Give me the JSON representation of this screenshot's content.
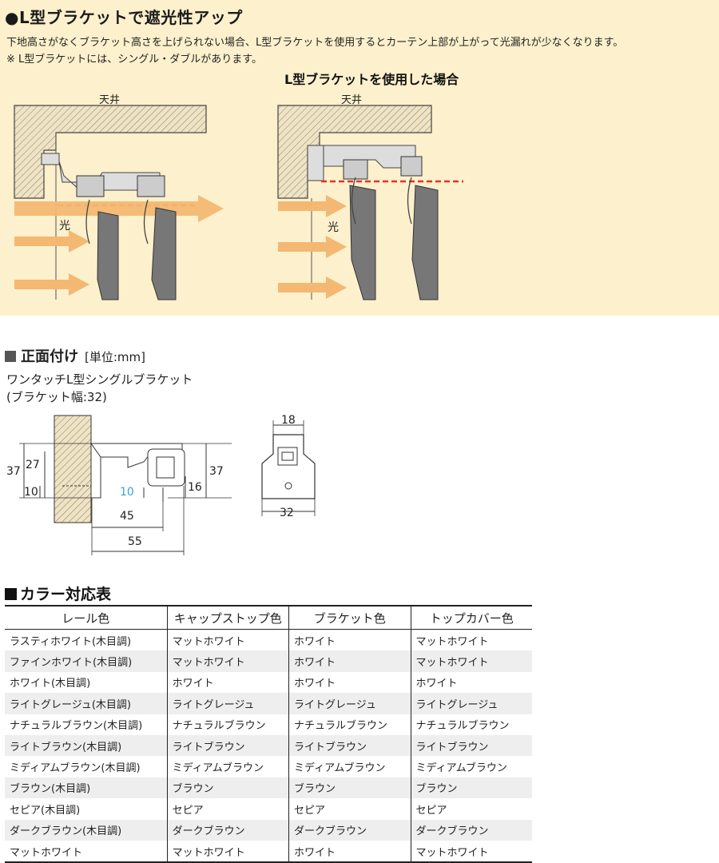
{
  "header": {
    "title": "●L型ブラケットで遮光性アップ",
    "description": "下地高さがなくブラケット高さを上げられない場合、L型ブラケットを使用するとカーテン上部が上がって光漏れが少なくなります。",
    "note": "※ L型ブラケットには、シングル・ダブルがあります。",
    "subheading": "L型ブラケットを使用した場合"
  },
  "diagram_labels": {
    "ceiling_left": "天井",
    "ceiling_right": "天井",
    "light_left": "光",
    "light_right": "光"
  },
  "front_mount": {
    "title": "正面付け",
    "unit": "[単位:mm]",
    "product": "ワンタッチL型シングルブラケット",
    "product_sub": "(ブラケット幅:32)",
    "dims": {
      "d37_left": "37",
      "d27": "27",
      "d10_left": "10",
      "d10_blue": "10",
      "d45": "45",
      "d55": "55",
      "d16": "16",
      "d37_right": "37",
      "d18": "18",
      "d32": "32"
    }
  },
  "color_table": {
    "title": "カラー対応表",
    "headers": [
      "レール色",
      "キャップストップ色",
      "ブラケット色",
      "トップカバー色"
    ],
    "rows": [
      [
        "ラスティホワイト(木目調)",
        "マットホワイト",
        "ホワイト",
        "マットホワイト"
      ],
      [
        "ファインホワイト(木目調)",
        "マットホワイト",
        "ホワイト",
        "マットホワイト"
      ],
      [
        "ホワイト(木目調)",
        "ホワイト",
        "ホワイト",
        "ホワイト"
      ],
      [
        "ライトグレージュ(木目調)",
        "ライトグレージュ",
        "ライトグレージュ",
        "ライトグレージュ"
      ],
      [
        "ナチュラルブラウン(木目調)",
        "ナチュラルブラウン",
        "ナチュラルブラウン",
        "ナチュラルブラウン"
      ],
      [
        "ライトブラウン(木目調)",
        "ライトブラウン",
        "ライトブラウン",
        "ライトブラウン"
      ],
      [
        "ミディアムブラウン(木目調)",
        "ミディアムブラウン",
        "ミディアムブラウン",
        "ミディアムブラウン"
      ],
      [
        "ブラウン(木目調)",
        "ブラウン",
        "ブラウン",
        "ブラウン"
      ],
      [
        "セピア(木目調)",
        "セピア",
        "セピア",
        "セピア"
      ],
      [
        "ダークブラウン(木目調)",
        "ダークブラウン",
        "ダークブラウン",
        "ダークブラウン"
      ],
      [
        "マットホワイト",
        "マットホワイト",
        "ホワイト",
        "マットホワイト"
      ]
    ]
  },
  "colors": {
    "panel_bg": "#fdf0cc",
    "arrow": "#f3b872",
    "light_line": "#e0322c",
    "wall_fill": "#e9ddc3",
    "dim_blue": "#3aa0d8"
  }
}
